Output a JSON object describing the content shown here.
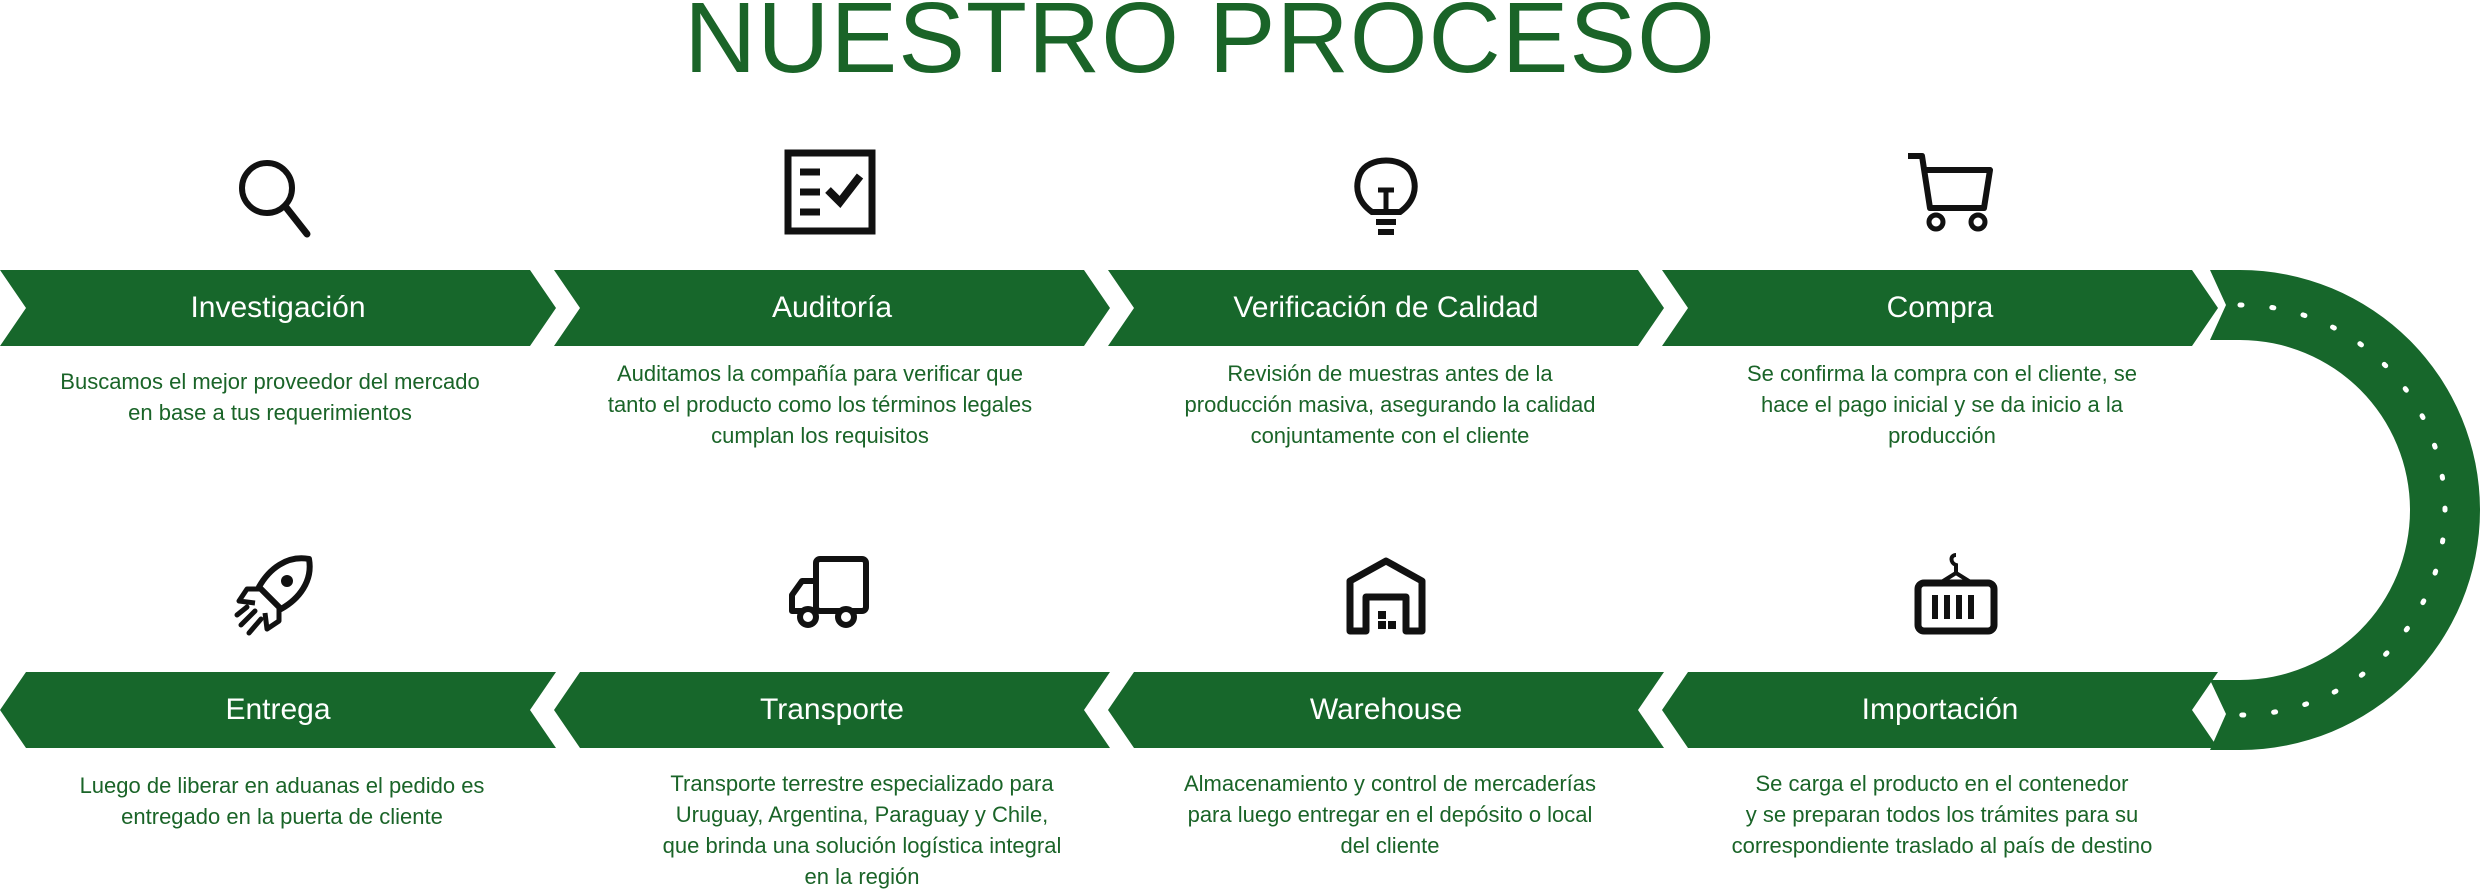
{
  "title": "NUESTRO PROCESO",
  "colors": {
    "primary": "#17672b",
    "text_green": "#1a6428",
    "icon": "#111111",
    "banner_text": "#ffffff"
  },
  "top_row": [
    {
      "icon": "search-icon",
      "label": "Investigación",
      "desc": [
        "Buscamos el mejor proveedor del mercado",
        "en base a tus requerimientos"
      ]
    },
    {
      "icon": "checklist-icon",
      "label": "Auditoría",
      "desc": [
        "Auditamos la compañía para verificar que",
        "tanto el producto como los términos legales",
        "cumplan los requisitos"
      ]
    },
    {
      "icon": "lightbulb-icon",
      "label": "Verificación de Calidad",
      "desc": [
        "Revisión de muestras antes de la",
        "producción masiva, asegurando la calidad",
        "conjuntamente con el cliente"
      ]
    },
    {
      "icon": "cart-icon",
      "label": "Compra",
      "desc": [
        "Se confirma la compra con el cliente, se",
        "hace el pago inicial y se da inicio a la",
        "producción"
      ]
    }
  ],
  "bottom_row": [
    {
      "icon": "rocket-icon",
      "label": "Entrega",
      "desc": [
        "Luego de liberar en aduanas el pedido es",
        "entregado en la puerta de cliente"
      ]
    },
    {
      "icon": "truck-icon",
      "label": "Transporte",
      "desc": [
        "Transporte terrestre especializado para",
        "Uruguay, Argentina, Paraguay y Chile,",
        "que brinda una solución logística integral",
        "en la región"
      ]
    },
    {
      "icon": "warehouse-icon",
      "label": "Warehouse",
      "desc": [
        "Almacenamiento  y  control  de  mercaderías",
        "para luego entregar en el depósito o local",
        "del cliente"
      ]
    },
    {
      "icon": "container-icon",
      "label": "Importación",
      "desc": [
        "Se carga el producto en el contenedor",
        "y se preparan todos los trámites para su",
        "correspondiente traslado al país de destino"
      ]
    }
  ]
}
